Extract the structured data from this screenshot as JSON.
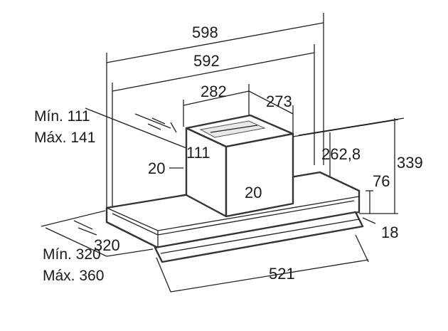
{
  "dimensions": {
    "overall_width": "598",
    "inner_width": "592",
    "chimney_width": "282",
    "chimney_depth": "273",
    "chimney_offset_note_min": "Mín. 111",
    "chimney_offset_note_max": "Máx. 141",
    "chimney_offset": "111",
    "chimney_left_gap": "20",
    "chimney_front_gap": "20",
    "duct_height": "262,8",
    "total_height": "339",
    "front_height": "76",
    "visor_thickness": "18",
    "depth": "320",
    "depth_note_min": "Mín. 320",
    "depth_note_max": "Máx. 360",
    "visor_width": "521"
  },
  "colors": {
    "line": "#222222",
    "text": "#1a1a1a",
    "fill": "#e9e9e9"
  }
}
